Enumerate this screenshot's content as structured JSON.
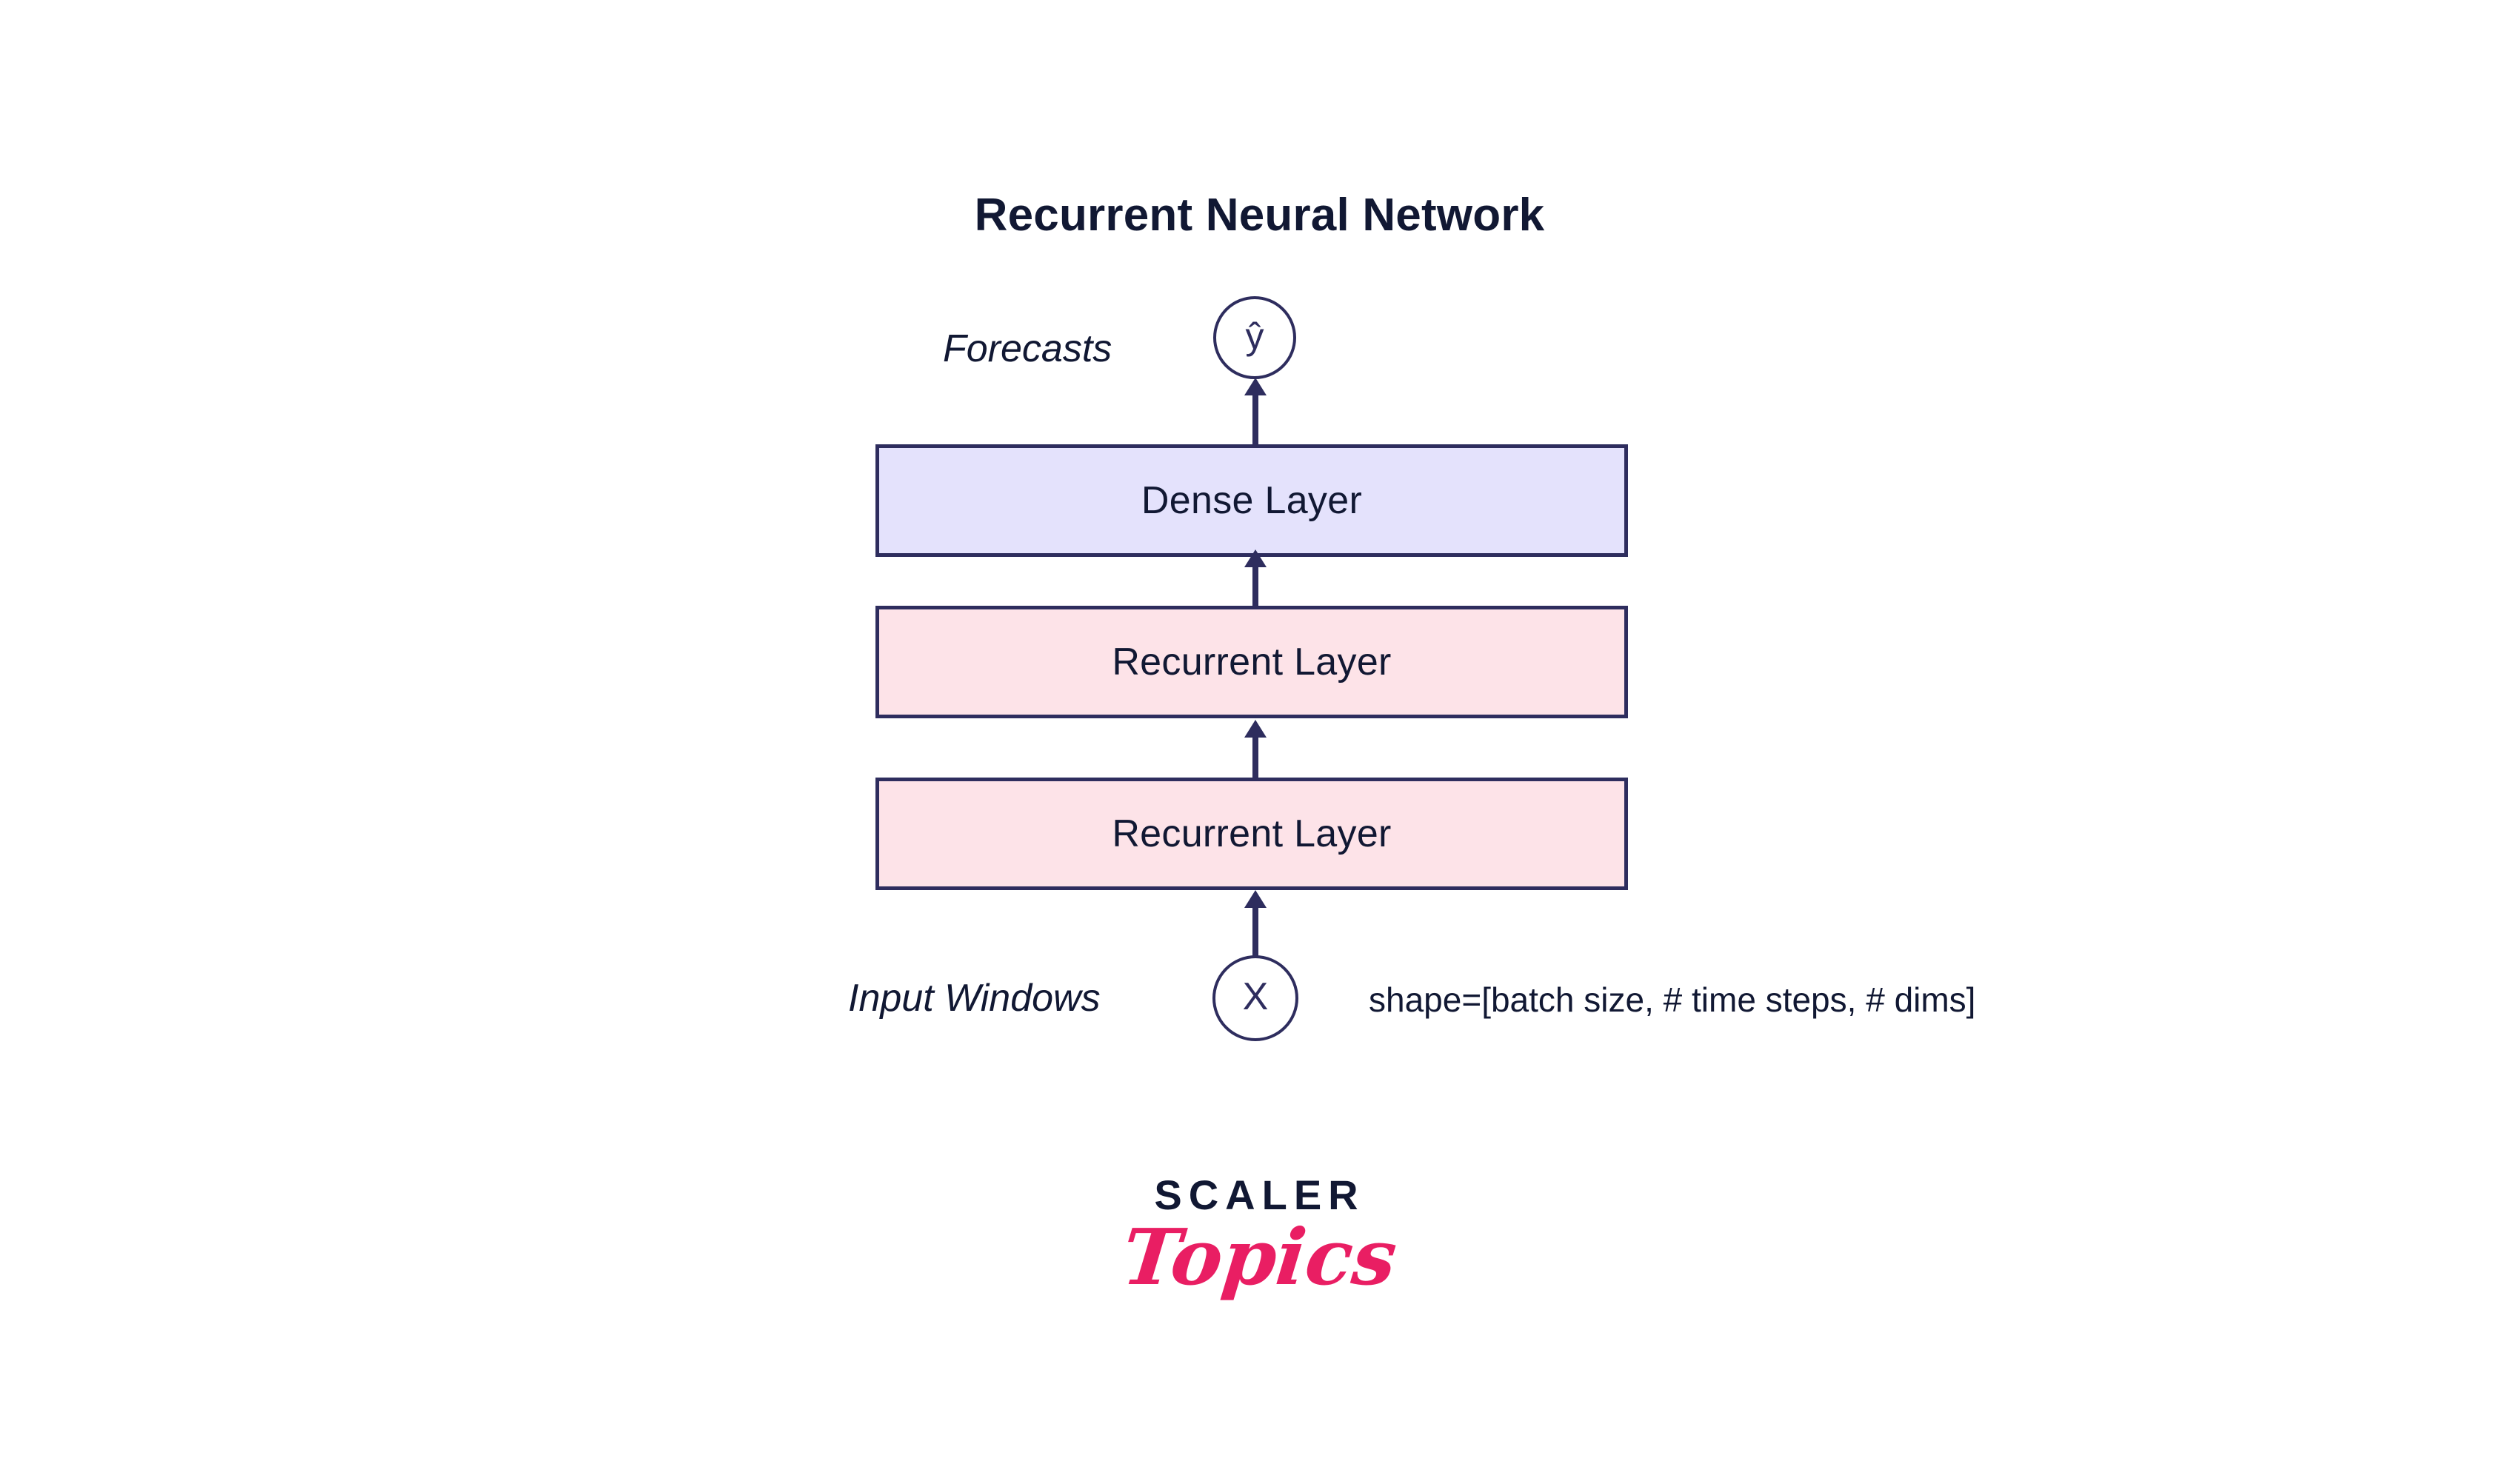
{
  "diagram": {
    "title": "Recurrent Neural Network",
    "type": "flow-diagram",
    "orientation": "bottom-to-top",
    "background_color": "#ffffff",
    "stroke_color": "#2e2d5e",
    "text_color": "#111833",
    "nodes": {
      "output": {
        "label": "Forecasts",
        "symbol": "ŷ",
        "shape": "circle",
        "fill": "#ffffff"
      },
      "dense_layer": {
        "label": "Dense Layer",
        "shape": "rectangle",
        "fill": "#e4e2fc"
      },
      "recurrent_layer_top": {
        "label": "Recurrent Layer",
        "shape": "rectangle",
        "fill": "#fde3e8"
      },
      "recurrent_layer_bottom": {
        "label": "Recurrent Layer",
        "shape": "rectangle",
        "fill": "#fde3e8"
      },
      "input": {
        "label": "Input Windows",
        "symbol": "X",
        "shape": "circle",
        "fill": "#ffffff",
        "annotation": "shape=[batch size, # time steps, # dims]"
      }
    },
    "arrows": [
      {
        "name": "input-to-recurrent-bottom",
        "direction": "up"
      },
      {
        "name": "recurrent-bottom-to-recurrent-top",
        "direction": "up"
      },
      {
        "name": "recurrent-top-to-dense",
        "direction": "up"
      },
      {
        "name": "dense-to-output",
        "direction": "up"
      }
    ]
  },
  "brand": {
    "name": "SCALER",
    "sub": "Topics",
    "accent_color": "#e91e63",
    "name_color": "#111833"
  }
}
